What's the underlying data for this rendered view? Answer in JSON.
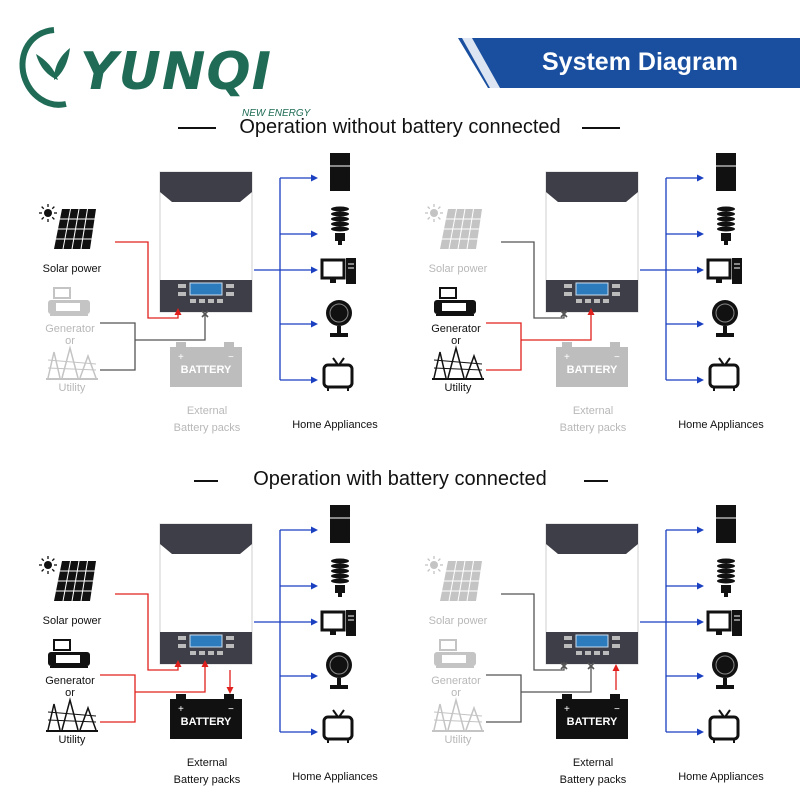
{
  "brand": {
    "name": "YUNQI",
    "tagline": "NEW ENERGY",
    "colors": {
      "logo": "#1f6b55",
      "banner": "#1a4fa0"
    }
  },
  "header": {
    "banner_title": "System Diagram"
  },
  "sections": {
    "without_battery_title": "Operation without battery connected",
    "with_battery_title": "Operation with battery connected"
  },
  "labels": {
    "solar": "Solar power",
    "generator": "Generator",
    "or": "or",
    "utility": "Utility",
    "battery_text": "BATTERY",
    "external_1": "External",
    "external_2": "Battery packs",
    "home": "Home Appliances"
  },
  "panels": [
    {
      "id": "top-left",
      "solar_active": true,
      "grid_active": false,
      "battery_present": false
    },
    {
      "id": "top-right",
      "solar_active": false,
      "grid_active": true,
      "battery_present": false
    },
    {
      "id": "bottom-left",
      "solar_active": true,
      "grid_active": true,
      "battery_present": true,
      "battery_flow": "charging"
    },
    {
      "id": "bottom-right",
      "solar_active": false,
      "grid_active": false,
      "battery_present": true,
      "battery_flow": "discharging"
    }
  ],
  "appliance_icons": [
    "fridge-icon",
    "bulb-icon",
    "computer-icon",
    "fan-icon",
    "tv-icon"
  ],
  "flow_colors": {
    "active": "#e0201c",
    "output": "#1a3fc0",
    "inactive": "#555555"
  }
}
